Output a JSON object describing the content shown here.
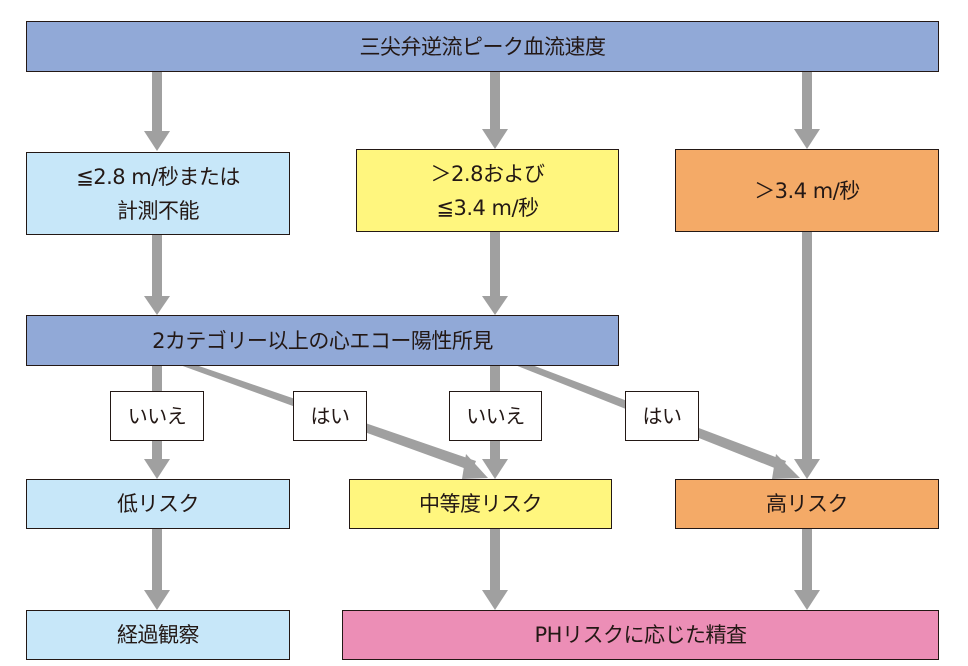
{
  "diagram": {
    "title_node": {
      "text": "三尖弁逆流ピーク血流速度"
    },
    "velocity_nodes": [
      {
        "text": "≦2.8 m/秒または\n計測不能"
      },
      {
        "text": "＞2.8および\n≦3.4 m/秒"
      },
      {
        "text": "＞3.4 m/秒"
      }
    ],
    "echo_node": {
      "text": "2カテゴリー以上の心エコー陽性所見"
    },
    "decision_labels": [
      {
        "text": "いいえ"
      },
      {
        "text": "はい"
      },
      {
        "text": "いいえ"
      },
      {
        "text": "はい"
      }
    ],
    "risk_nodes": [
      {
        "text": "低リスク"
      },
      {
        "text": "中等度リスク"
      },
      {
        "text": "高リスク"
      }
    ],
    "outcome_nodes": [
      {
        "text": "経過観察"
      },
      {
        "text": "PHリスクに応じた精査"
      }
    ],
    "colors": {
      "header": "#91a9d7",
      "low": "#c7e7f9",
      "intermediate": "#fff67e",
      "high": "#f4aa67",
      "workup": "#ec8eb6",
      "arrow": "#a0a0a0"
    }
  }
}
